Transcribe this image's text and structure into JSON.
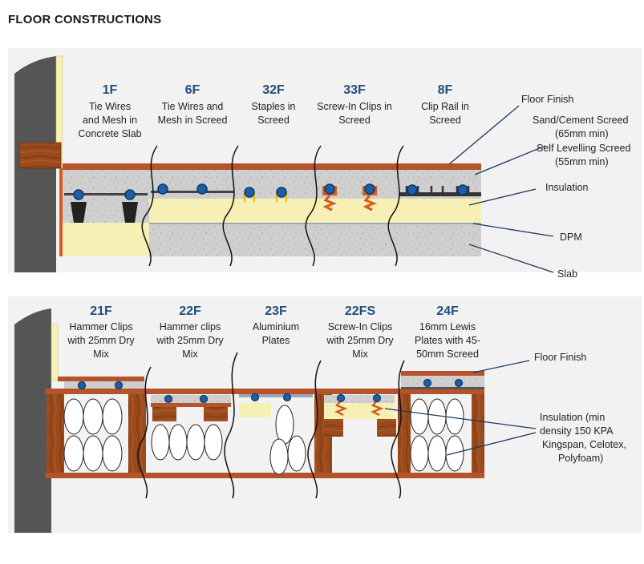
{
  "title": "FLOOR CONSTRUCTIONS",
  "top_section": {
    "constructions": [
      {
        "code": "1F",
        "lines": [
          "Tie Wires",
          "and Mesh in",
          "Concrete Slab"
        ]
      },
      {
        "code": "6F",
        "lines": [
          "Tie Wires and",
          "Mesh in Screed"
        ]
      },
      {
        "code": "32F",
        "lines": [
          "Staples in",
          "Screed"
        ]
      },
      {
        "code": "33F",
        "lines": [
          "Screw-In Clips in",
          "Screed"
        ]
      },
      {
        "code": "8F",
        "lines": [
          "Clip Rail in",
          "Screed"
        ]
      }
    ],
    "labels": {
      "floor_finish": "Floor Finish",
      "screed": [
        "Sand/Cement Screed",
        "(65mm min)"
      ],
      "self_levelling": [
        "Self Levelling Screed",
        "(55mm min)"
      ],
      "insulation": "Insulation",
      "dpm": "DPM",
      "slab": "Slab"
    }
  },
  "bottom_section": {
    "constructions": [
      {
        "code": "21F",
        "lines": [
          "Hammer Clips",
          "with 25mm Dry",
          "Mix"
        ]
      },
      {
        "code": "22F",
        "lines": [
          "Hammer clips",
          "with 25mm Dry",
          "Mix"
        ]
      },
      {
        "code": "23F",
        "lines": [
          "Aluminium",
          "Plates"
        ]
      },
      {
        "code": "22FS",
        "lines": [
          "Screw-In Clips",
          "with 25mm Dry",
          "Mix"
        ]
      },
      {
        "code": "24F",
        "lines": [
          "16mm Lewis",
          "Plates with 45-",
          "50mm Screed"
        ]
      }
    ],
    "labels": {
      "floor_finish": "Floor Finish",
      "insulation": [
        "Insulation  (min",
        "density 150 KPA",
        "Kingspan, Celotex,",
        "Polyfoam)"
      ]
    }
  },
  "colors": {
    "code": "#1f4e79",
    "screed": "#c8c8c8",
    "insulation": "#f7f0b5",
    "timber": "#9a4a1c",
    "finish": "#b5532a",
    "pipe": "#1d5fa6",
    "wall": "#555555",
    "background": "#f2f2f2"
  }
}
